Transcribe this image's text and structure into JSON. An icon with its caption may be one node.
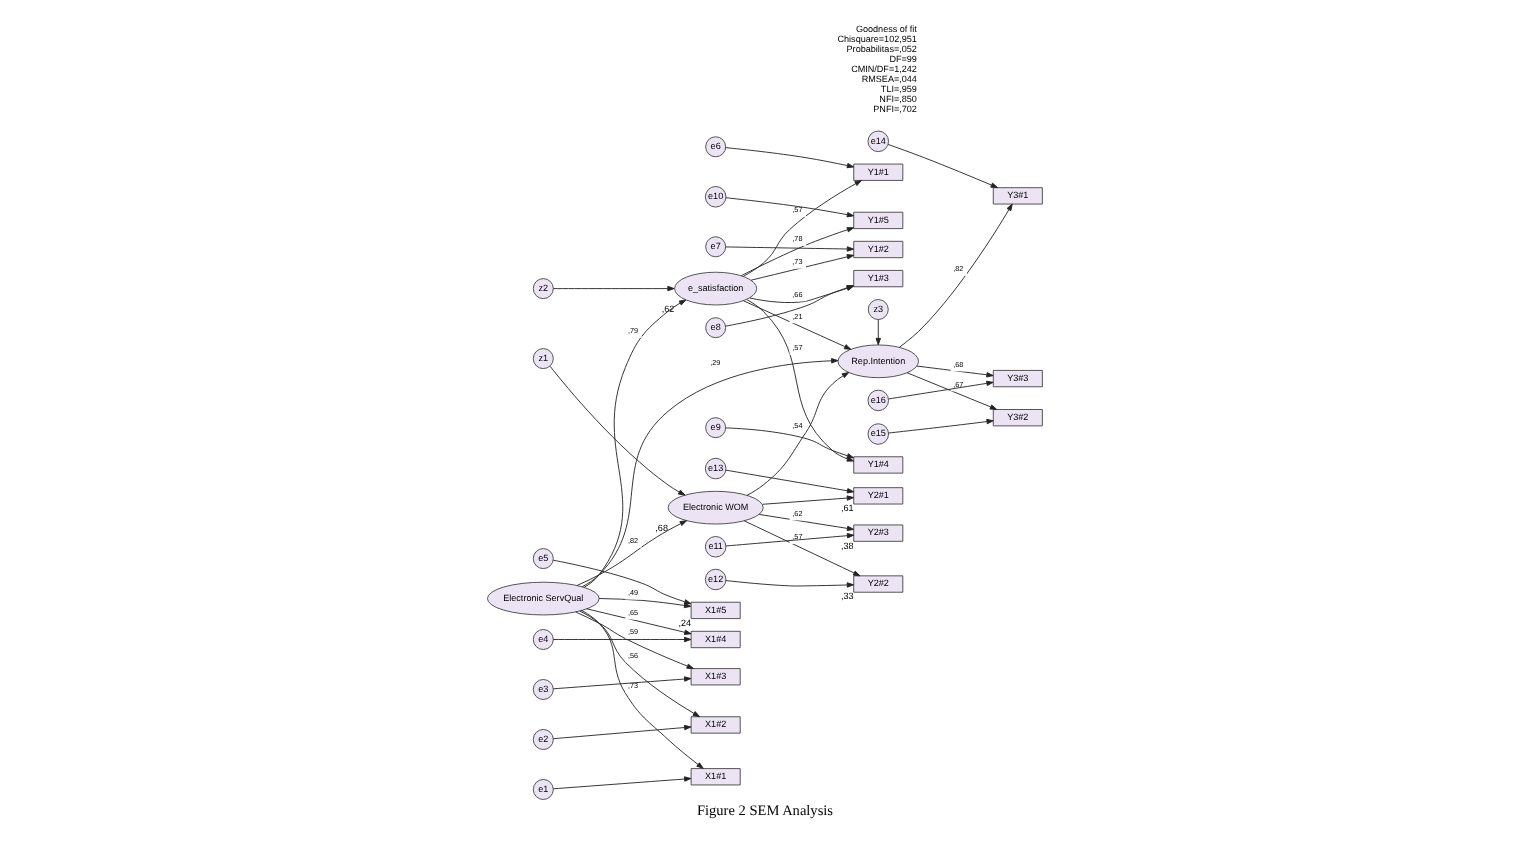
{
  "diagram": {
    "caption": "Figure 2 SEM Analysis",
    "nodes": [
      {
        "text": [
          "Electronic ServQual"
        ]
      },
      {
        "text": [
          "Electronic WOM"
        ],
        "beside": [
          ",68"
        ]
      },
      {
        "text": [
          "e_satisfaction"
        ],
        "beside": [
          ",62"
        ]
      },
      {
        "text": [
          "Rep.Intention"
        ]
      },
      {
        "text": [
          "z1"
        ]
      },
      {
        "text": [
          "z2"
        ]
      },
      {
        "text": [
          "z3"
        ]
      },
      {
        "text": [
          "X1#5"
        ],
        "beside": [
          ",24"
        ]
      },
      {
        "text": [
          "X1#4"
        ]
      },
      {
        "text": [
          "X1#3"
        ]
      },
      {
        "text": [
          "X1#2"
        ]
      },
      {
        "text": [
          "X1#1"
        ]
      },
      {
        "text": [
          "e5"
        ]
      },
      {
        "text": [
          "e4"
        ]
      },
      {
        "text": [
          "e3"
        ]
      },
      {
        "text": [
          "e2"
        ]
      },
      {
        "text": [
          "e1"
        ]
      },
      {
        "text": [
          "Y2#3"
        ],
        "beside": [
          ",38"
        ]
      },
      {
        "text": [
          "Y2#2"
        ],
        "beside": [
          ",33"
        ]
      },
      {
        "text": [
          "Y2#1"
        ],
        "beside": [
          ",61"
        ]
      },
      {
        "text": [
          "e11"
        ]
      },
      {
        "text": [
          "e12"
        ]
      },
      {
        "text": [
          "e13"
        ]
      },
      {
        "text": [
          "Y3#1"
        ]
      },
      {
        "text": [
          "Y3#2"
        ]
      },
      {
        "text": [
          "Y3#3"
        ]
      },
      {
        "text": [
          "e14"
        ]
      },
      {
        "text": [
          "e15"
        ]
      },
      {
        "text": [
          "e16"
        ]
      },
      {
        "text": [
          "Y1#1"
        ]
      },
      {
        "text": [
          "Y1#2"
        ]
      },
      {
        "text": [
          "Y1#3"
        ]
      },
      {
        "text": [
          "Y1#4"
        ]
      },
      {
        "text": [
          "Y1#5"
        ]
      },
      {
        "text": [
          "e6"
        ]
      },
      {
        "text": [
          "e7"
        ]
      },
      {
        "text": [
          "e8"
        ]
      },
      {
        "text": [
          "e9"
        ]
      },
      {
        "text": [
          "e10"
        ]
      }
    ],
    "edges": [
      {
        "from": 0,
        "to": 7,
        "arrow": "to",
        "label": ",49"
      },
      {
        "from": 0,
        "to": 8,
        "arrow": "to",
        "label": ",65"
      },
      {
        "from": 0,
        "to": 9,
        "arrow": "to",
        "label": ",59"
      },
      {
        "from": 0,
        "to": 10,
        "arrow": "to",
        "label": ",56"
      },
      {
        "from": 0,
        "to": 11,
        "arrow": "to",
        "label": ",73"
      },
      {
        "from": 12,
        "to": 7,
        "arrow": "to"
      },
      {
        "from": 13,
        "to": 8,
        "arrow": "to"
      },
      {
        "from": 14,
        "to": 9,
        "arrow": "to"
      },
      {
        "from": 15,
        "to": 10,
        "arrow": "to"
      },
      {
        "from": 16,
        "to": 11,
        "arrow": "to"
      },
      {
        "from": 0,
        "to": 1,
        "arrow": "to",
        "label": ",82"
      },
      {
        "from": 0,
        "to": 3,
        "arrow": "to",
        "label": ",29"
      },
      {
        "from": 0,
        "to": 2,
        "arrow": "to",
        "label": ",79"
      },
      {
        "from": 4,
        "to": 1,
        "arrow": "to"
      },
      {
        "from": 5,
        "to": 2,
        "arrow": "to"
      },
      {
        "from": 6,
        "to": 3,
        "arrow": "to"
      },
      {
        "from": 1,
        "to": 17,
        "arrow": "to",
        "label": ",62"
      },
      {
        "from": 1,
        "to": 18,
        "arrow": "to",
        "label": ",57"
      },
      {
        "from": 1,
        "to": 19,
        "arrow": "to"
      },
      {
        "from": 20,
        "to": 17,
        "arrow": "to"
      },
      {
        "from": 21,
        "to": 18,
        "arrow": "to"
      },
      {
        "from": 22,
        "to": 19,
        "arrow": "to"
      },
      {
        "from": 1,
        "to": 3,
        "arrow": "to",
        "label": ",54"
      },
      {
        "from": 2,
        "to": 3,
        "arrow": "to",
        "label": ",21"
      },
      {
        "from": 3,
        "to": 23,
        "arrow": "to",
        "label": ",82"
      },
      {
        "from": 3,
        "to": 24,
        "arrow": "to",
        "label": ",67"
      },
      {
        "from": 3,
        "to": 25,
        "arrow": "to",
        "label": ",68"
      },
      {
        "from": 26,
        "to": 23,
        "arrow": "to"
      },
      {
        "from": 27,
        "to": 24,
        "arrow": "to"
      },
      {
        "from": 28,
        "to": 25,
        "arrow": "to"
      },
      {
        "from": 2,
        "to": 29,
        "arrow": "to",
        "label": ",57"
      },
      {
        "from": 2,
        "to": 30,
        "arrow": "to",
        "label": ",73"
      },
      {
        "from": 2,
        "to": 31,
        "arrow": "to",
        "label": ",66"
      },
      {
        "from": 2,
        "to": 32,
        "arrow": "to",
        "label": ",57"
      },
      {
        "from": 2,
        "to": 33,
        "arrow": "to",
        "label": ",78"
      },
      {
        "from": 34,
        "to": 29,
        "arrow": "to"
      },
      {
        "from": 35,
        "to": 30,
        "arrow": "to"
      },
      {
        "from": 36,
        "to": 31,
        "arrow": "to"
      },
      {
        "from": 37,
        "to": 32,
        "arrow": "to"
      },
      {
        "from": 38,
        "to": 33,
        "arrow": "to"
      }
    ],
    "labels": [
      "Goodness of fit",
      "Chisquare=102,951",
      "Probabilitas=,052",
      "DF=99",
      "CMIN/DF=1,242",
      "RMSEA=,044",
      "TLI=,959",
      "NFI=,850",
      "PNFI=,702"
    ]
  }
}
